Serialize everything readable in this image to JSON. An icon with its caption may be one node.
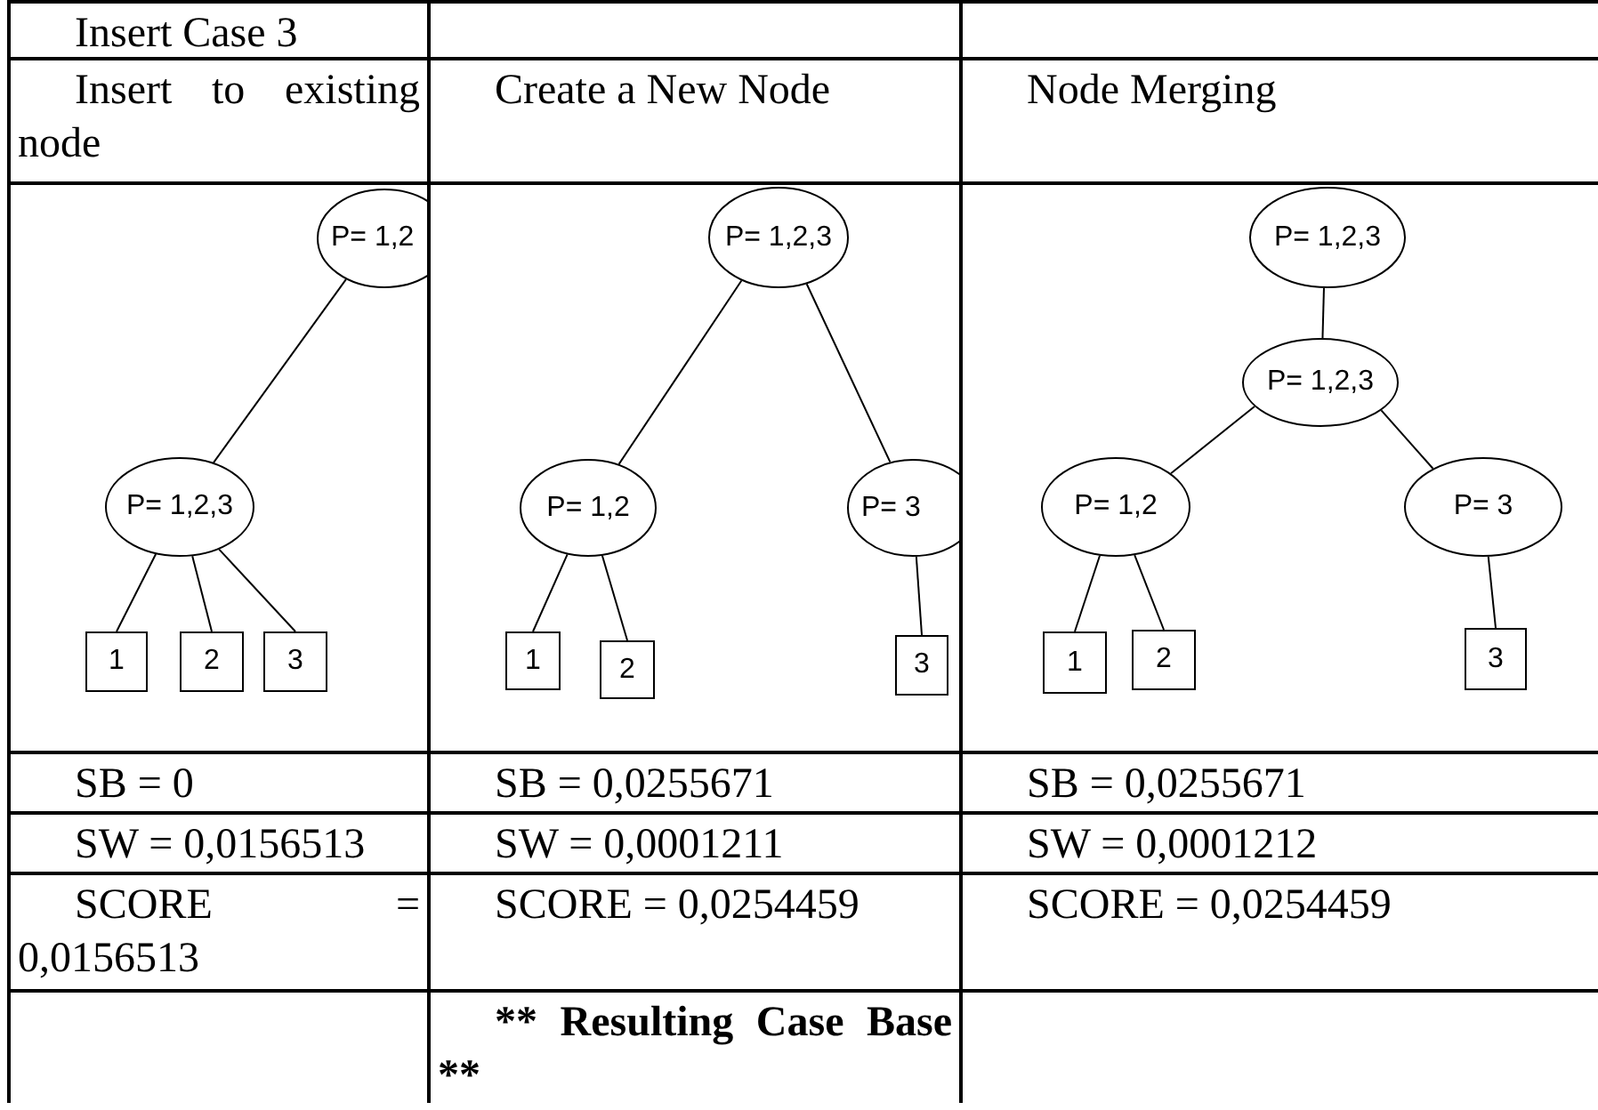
{
  "diagram": {
    "nodes": [
      {
        "text": [
          "P= 1,2"
        ]
      },
      {
        "text": [
          "P= 1,2,3"
        ]
      },
      {
        "text": [
          "1"
        ]
      },
      {
        "text": [
          "2"
        ]
      },
      {
        "text": [
          "3"
        ]
      },
      {
        "text": [
          "P= 1,2,3"
        ]
      },
      {
        "text": [
          "P= 1,2"
        ]
      },
      {
        "text": [
          "P= 3"
        ]
      },
      {
        "text": [
          "1"
        ]
      },
      {
        "text": [
          "2"
        ]
      },
      {
        "text": [
          "3"
        ]
      },
      {
        "text": [
          "P= 1,2,3"
        ]
      },
      {
        "text": [
          "P= 1,2,3"
        ]
      },
      {
        "text": [
          "P= 1,2"
        ]
      },
      {
        "text": [
          "P= 3"
        ]
      },
      {
        "text": [
          "1"
        ]
      },
      {
        "text": [
          "2"
        ]
      },
      {
        "text": [
          "3"
        ]
      }
    ],
    "edges": [
      {
        "from": 0,
        "to": 1,
        "arrow": "none"
      },
      {
        "from": 1,
        "to": 2,
        "arrow": "none"
      },
      {
        "from": 1,
        "to": 3,
        "arrow": "none"
      },
      {
        "from": 1,
        "to": 4,
        "arrow": "none"
      },
      {
        "from": 5,
        "to": 6,
        "arrow": "none"
      },
      {
        "from": 5,
        "to": 7,
        "arrow": "none"
      },
      {
        "from": 6,
        "to": 8,
        "arrow": "none"
      },
      {
        "from": 6,
        "to": 9,
        "arrow": "none"
      },
      {
        "from": 7,
        "to": 10,
        "arrow": "none"
      },
      {
        "from": 11,
        "to": 12,
        "arrow": "none"
      },
      {
        "from": 12,
        "to": 13,
        "arrow": "none"
      },
      {
        "from": 12,
        "to": 14,
        "arrow": "none"
      },
      {
        "from": 13,
        "to": 15,
        "arrow": "none"
      },
      {
        "from": 13,
        "to": 16,
        "arrow": "none"
      },
      {
        "from": 14,
        "to": 17,
        "arrow": "none"
      }
    ],
    "labels": [
      "Insert Case 3",
      "Insert to existing node",
      "Create a New Node",
      "Node Merging",
      "SB =  0",
      "SB =  0,0255671",
      "SB =  0,0255671",
      "SW = 0,0156513",
      "SW = 0,0001211",
      "SW = 0,0001212",
      "SCORE = 0,0156513",
      "SCORE = 0,0254459",
      "SCORE = 0,0254459",
      "** Resulting Case Base **"
    ]
  }
}
